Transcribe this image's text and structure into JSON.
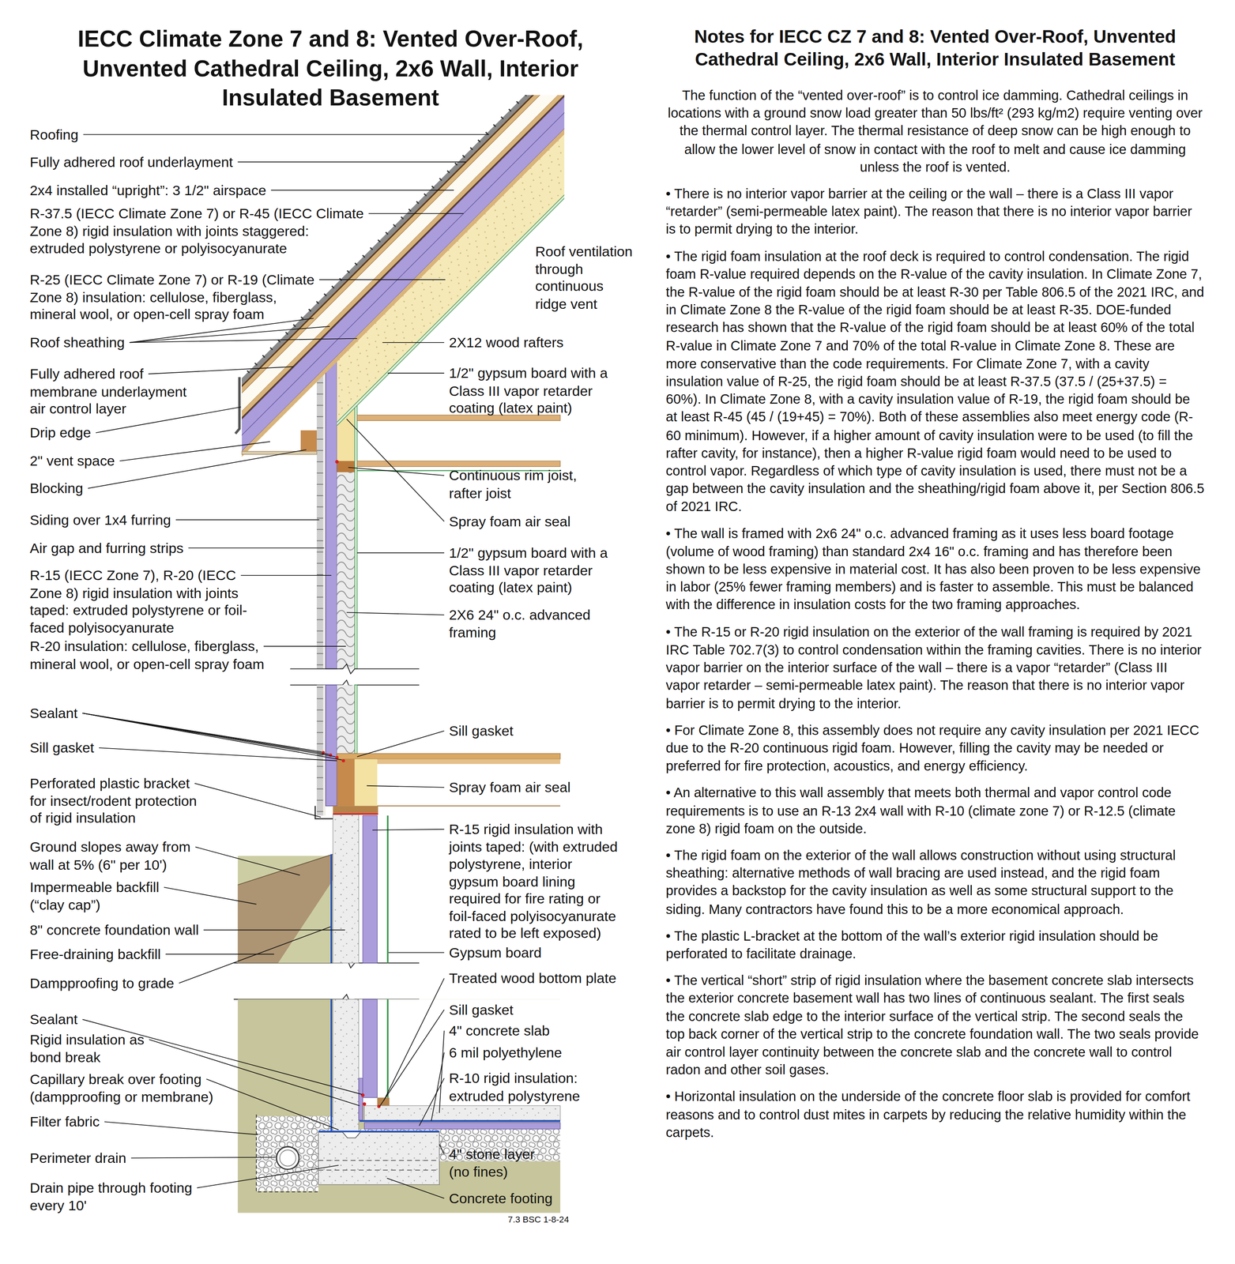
{
  "diagram": {
    "title": "IECC Climate Zone 7 and 8: Vented Over-Roof, Unvented Cathedral Ceiling, 2x6 Wall, Interior Insulated Basement",
    "labels": [
      "Notes for IECC CZ 7 and 8: Vented Over-Roof, Unvented Cathedral Ceiling, 2x6 Wall, Interior Insulated Basement",
      "The function of the “vented over-roof” is to control ice damming. Cathedral ceilings in locations with a ground snow load greater than 50 lbs/ft² (293 kg/m2) require venting over the thermal control layer. The thermal resistance of deep snow can be high enough to allow the lower level of snow in contact with the roof to melt and cause ice damming unless the roof is vented.",
      "• There is no interior vapor barrier at the ceiling or the wall – there is a Class III vapor “retarder” (semi-permeable latex paint). The reason that there is no interior vapor barrier is to permit drying to the interior.",
      "• The rigid foam insulation at the roof deck is required to control condensation. The rigid foam R-value required depends on the R-value of the cavity insulation. In Climate Zone 7, the R-value of the rigid foam should be at least R-30 per Table 806.5 of the 2021 IRC, and in Climate Zone 8 the R-value of the rigid foam should be at least R-35. DOE-funded research has shown that the R-value of the rigid foam should be at least 60% of the total R-value in Climate Zone 7 and 70% of the total R-value in Climate Zone 8. These are more conservative than the code requirements. For Climate Zone 7, with a cavity insulation value of R-25, the rigid foam should be at least R-37.5 (37.5 / (25+37.5) = 60%). In Climate Zone 8, with a cavity insulation value of R-19, the rigid foam should be at least R-45 (45 / (19+45) = 70%). Both of these assemblies also meet energy code (R-60 minimum). However, if a higher amount of cavity insulation were to be used (to fill the rafter cavity, for instance), then a higher R-value rigid foam would need to be used to control vapor. Regardless of which type of cavity insulation is used, there must not be a gap between the cavity insulation and the sheathing/rigid foam above it, per Section 806.5 of 2021 IRC.",
      "• The wall is framed with 2x6 24\" o.c. advanced framing as it uses less board footage (volume of wood framing) than standard 2x4 16\" o.c. framing and has therefore been shown to be less expensive in material cost. It has also been proven to be less expensive in labor (25% fewer framing members) and is faster to assemble. This must be balanced with the difference in insulation costs for the two framing approaches.",
      "• The R-15 or R-20 rigid insulation on the exterior of the wall framing is required by 2021 IRC Table 702.7(3) to control condensation within the framing cavities. There is no interior vapor barrier on the interior surface of the wall – there is a vapor “retarder” (Class III vapor retarder – semi-permeable latex paint). The reason that there is no interior vapor barrier is to permit drying to the interior.",
      "• For Climate Zone 8, this assembly does not require any cavity insulation per 2021 IECC due to the R-20 continuous rigid foam. However, filling the cavity may be needed or preferred for fire protection, acoustics, and energy efficiency.",
      "• An alternative to this wall assembly that meets both thermal and vapor control code requirements is to use an R-13 2x4 wall with R-10 (climate zone 7) or R-12.5 (climate zone 8) rigid foam on the outside.",
      "• The rigid foam on the exterior of the wall allows construction without using structural sheathing: alternative methods of wall bracing are used instead, and the rigid foam provides a backstop for the cavity insulation as well as some structural support to the siding. Many contractors have found this to be a more economical approach.",
      "• The plastic L-bracket at the bottom of the wall’s exterior rigid insulation should be perforated to facilitate drainage.",
      "• The vertical “short” strip of rigid insulation where the basement concrete slab intersects the exterior concrete basement wall has two lines of continuous sealant. The first seals the concrete slab edge to the interior surface of the vertical strip. The second seals the top back corner of the vertical strip to the concrete foundation wall. The two seals provide air control layer continuity between the concrete slab and the concrete wall to control radon and other soil gases.",
      "• Horizontal insulation on the underside of the concrete floor slab is provided for comfort reasons and to control dust mites in carpets by reducing the relative humidity within the carpets.",
      "Roofing",
      "Fully adhered roof underlayment",
      "2x4 installed “upright”: 3 1/2\" airspace",
      "R-37.5 (IECC Climate Zone 7) or R-45 (IECC Climate Zone 8) rigid insulation with joints staggered: extruded polystyrene or polyisocyanurate",
      "R-25 (IECC Climate Zone 7) or R-19 (Climate Zone 8) insulation: cellulose, fiberglass, mineral wool, or open-cell spray foam",
      "Roof sheathing",
      "Fully adhered roof membrane underlayment air control layer",
      "Drip edge",
      "2\" vent space",
      "Blocking",
      "Siding over 1x4 furring",
      "Air gap and furring strips",
      "R-15 (IECC Zone 7), R-20 (IECC Zone 8) rigid insulation with joints taped: extruded polystyrene or foil-faced polyisocyanurate",
      "R-20 insulation: cellulose, fiberglass, mineral wool, or open-cell spray foam",
      "Sealant",
      "Sill gasket",
      "Perforated plastic bracket for insect/rodent protection of rigid insulation",
      "Ground slopes away from wall at 5% (6\" per 10')",
      "Impermeable backfill (“clay cap”)",
      "8\" concrete foundation wall",
      "Free-draining backfill",
      "Dampproofing to grade",
      "Sealant",
      "Rigid insulation as bond break",
      "Capillary break over footing (dampproofing or membrane)",
      "Filter fabric",
      "Perimeter drain",
      "Drain pipe through footing every 10'",
      "Roof ventilation through continuous ridge vent",
      "2X12 wood rafters",
      "1/2\" gypsum board with a Class III vapor retarder coating (latex paint)",
      "Continuous rim joist, rafter joist",
      "Spray foam air seal",
      "1/2\" gypsum board with a Class III vapor retarder coating (latex paint)",
      "2X6 24\" o.c. advanced framing",
      "Sill gasket",
      "Spray foam air seal",
      "R-15 rigid insulation with joints taped: (with extruded polystyrene, interior gypsum board lining required for fire rating or foil-faced polyisocyanurate rated to be left exposed)",
      "Gypsum board",
      "Treated wood bottom plate",
      "Sill gasket",
      "4\" concrete slab",
      "6 mil polyethylene",
      "R-10 rigid insulation: extruded polystyrene",
      "4\" stone layer (no fines)",
      "Concrete footing",
      "7.3 BSC 1-8-24"
    ]
  }
}
